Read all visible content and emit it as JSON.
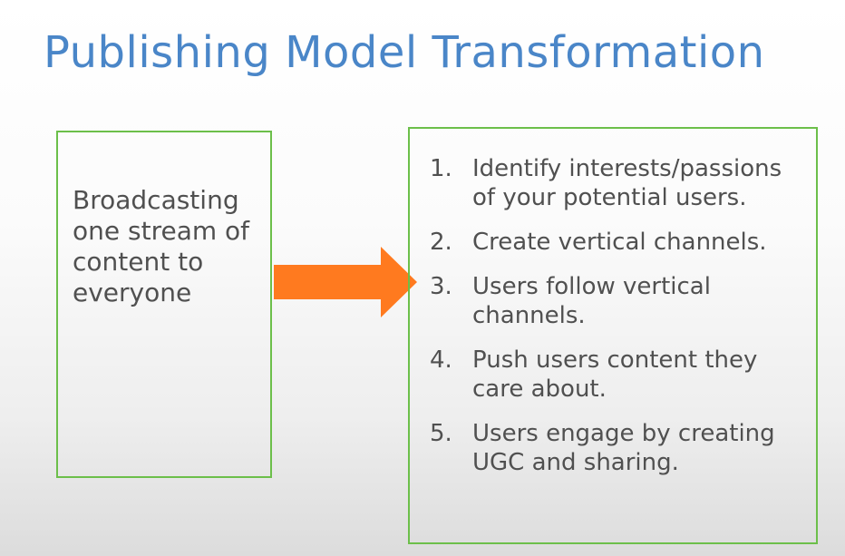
{
  "slide": {
    "title": "Publishing Model Transformation",
    "left_box_text": "Broadcasting one stream of content to everyone",
    "arrow_color": "#ff7a1f",
    "border_color": "#6cbf4a",
    "title_color": "#4a86c8",
    "steps": [
      {
        "num": "1.",
        "text": "Identify interests/passions of your potential users."
      },
      {
        "num": "2.",
        "text": "Create vertical channels."
      },
      {
        "num": "3.",
        "text": "Users follow vertical channels."
      },
      {
        "num": "4.",
        "text": "Push users content they care about."
      },
      {
        "num": "5.",
        "text": "Users engage by creating UGC and sharing."
      }
    ]
  }
}
